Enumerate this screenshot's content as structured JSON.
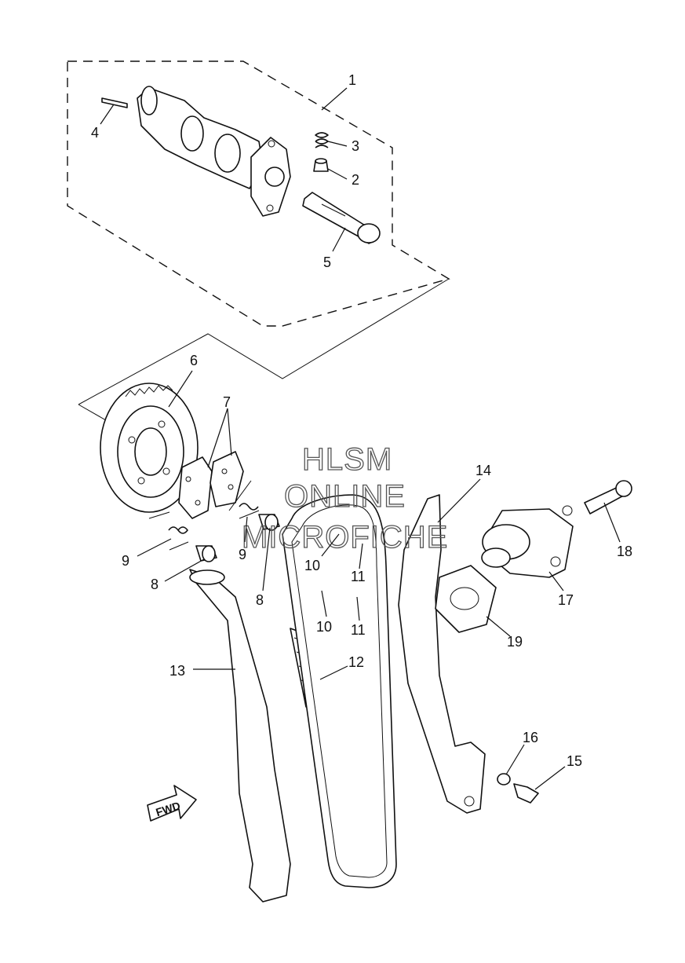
{
  "watermark": {
    "line1": "HLSM",
    "line2": "ONLINE",
    "line3": "MICROFICHE"
  },
  "direction_marker": {
    "label": "FWD"
  },
  "callouts": [
    "1",
    "2",
    "3",
    "4",
    "5",
    "6",
    "7",
    "8",
    "8",
    "9",
    "9",
    "10",
    "10",
    "11",
    "11",
    "12",
    "13",
    "14",
    "15",
    "16",
    "17",
    "18",
    "19"
  ]
}
